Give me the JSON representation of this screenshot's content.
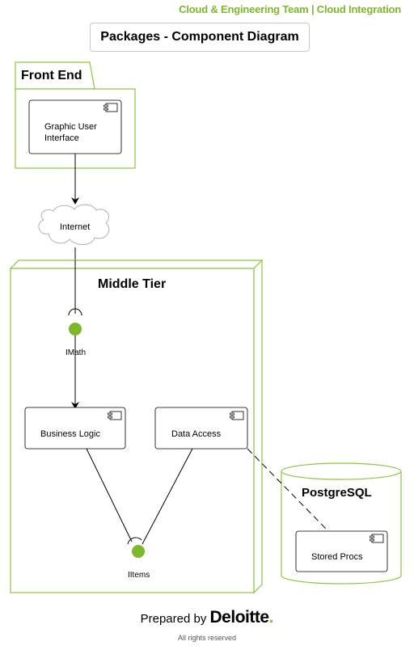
{
  "header": {
    "team": "Cloud & Engineering Team | Cloud Integration"
  },
  "title": "Packages - Component Diagram",
  "colors": {
    "accent": "#7cb829",
    "package_stroke": "#8cc63f",
    "interface_fill": "#7cb829",
    "line": "#000000"
  },
  "front_end": {
    "label": "Front End",
    "component": {
      "line1": "Graphic User",
      "line2": "Interface",
      "icon": "component-icon"
    }
  },
  "internet": {
    "label": "Internet",
    "icon": "cloud-icon"
  },
  "middle_tier": {
    "label": "Middle Tier",
    "interfaces": {
      "imath": "IMath",
      "iitems": "IItems"
    },
    "business_logic": {
      "label": "Business Logic",
      "icon": "component-icon"
    },
    "data_access": {
      "label": "Data Access",
      "icon": "component-icon"
    }
  },
  "database": {
    "label": "PostgreSQL",
    "stored_procs": {
      "label": "Stored Procs",
      "icon": "component-icon"
    }
  },
  "footer": {
    "prepared_by": "Prepared by",
    "brand": "Deloitte",
    "brand_dot": ".",
    "rights": "All rights reserved"
  }
}
